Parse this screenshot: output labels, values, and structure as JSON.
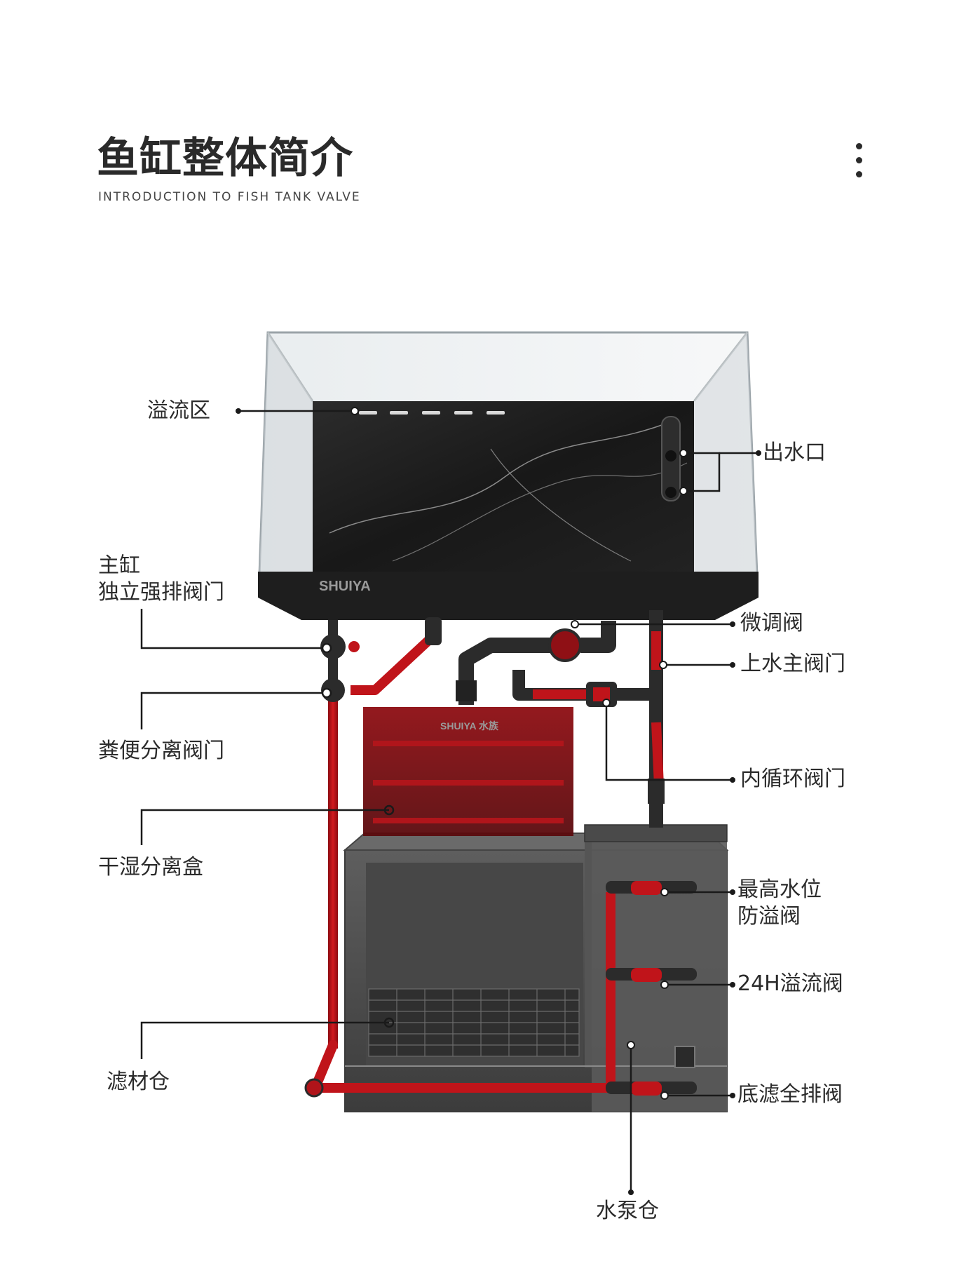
{
  "header": {
    "title": "鱼缸整体简介",
    "subtitle": "INTRODUCTION TO FISH TANK VALVE",
    "more_icon": "more-vertical-icon"
  },
  "product": {
    "brand_tank": "SHUIYA",
    "brand_box": "SHUIYA 水族"
  },
  "labels": {
    "overflow_zone": "溢流区",
    "water_outlet": "出水口",
    "main_tank_drain_line1": "主缸",
    "main_tank_drain_line2": "独立强排阀门",
    "fine_tune_valve": "微调阀",
    "main_inlet_valve": "上水主阀门",
    "waste_separation_valve": "粪便分离阀门",
    "internal_circulation_valve": "内循环阀门",
    "dry_wet_box": "干湿分离盒",
    "max_level_line1": "最高水位",
    "max_level_line2": "防溢阀",
    "overflow_24h_valve": "24H溢流阀",
    "filter_media_chamber": "滤材仓",
    "bottom_drain_valve": "底滤全排阀",
    "pump_chamber": "水泵仓"
  },
  "colors": {
    "pipe_red": "#c0141a",
    "pipe_black": "#2b2b2b",
    "tank_dark": "#1f1f1f",
    "line": "#1a1a1a"
  }
}
